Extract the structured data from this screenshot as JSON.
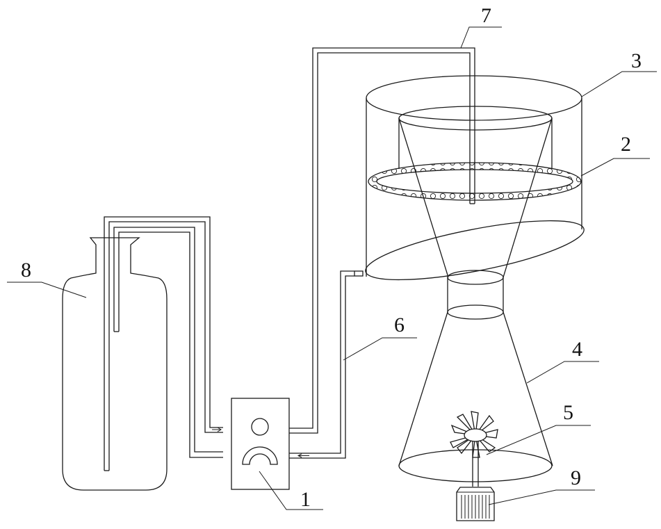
{
  "labels": {
    "pump": "1",
    "packing_ring": "2",
    "outer_cylinder": "3",
    "lower_cone": "4",
    "impeller": "5",
    "return_tube": "6",
    "feed_tube": "7",
    "bottle": "8",
    "motor": "9"
  },
  "colors": {
    "line": "#1a1a1a",
    "background": "#ffffff"
  }
}
